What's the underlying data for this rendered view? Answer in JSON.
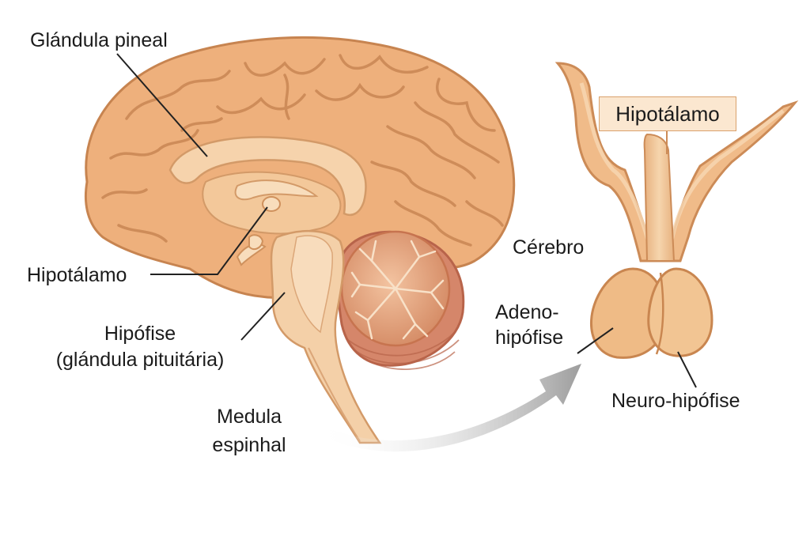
{
  "labels": {
    "pineal": "Glándula pineal",
    "hypothalamus_left": "Hipotálamo",
    "pituitary_line1": "Hipófise",
    "pituitary_line2": "(glándula pituitária)",
    "spinal_line1": "Medula",
    "spinal_line2": "espinhal",
    "cerebrum": "Cérebro",
    "adeno_line1": "Adeno-",
    "adeno_line2": "hipófise",
    "hypothalamus_box": "Hipotálamo",
    "neuro": "Neuro-hipófise"
  },
  "colors": {
    "brain_fill": "#eeb07c",
    "brain_stroke": "#c78450",
    "inner_fill": "#f6d3ac",
    "cerebellum": "#e2a07e",
    "cerebellum_dark": "#c7744f",
    "arrow": "#a9a9a9",
    "line": "#222222"
  }
}
